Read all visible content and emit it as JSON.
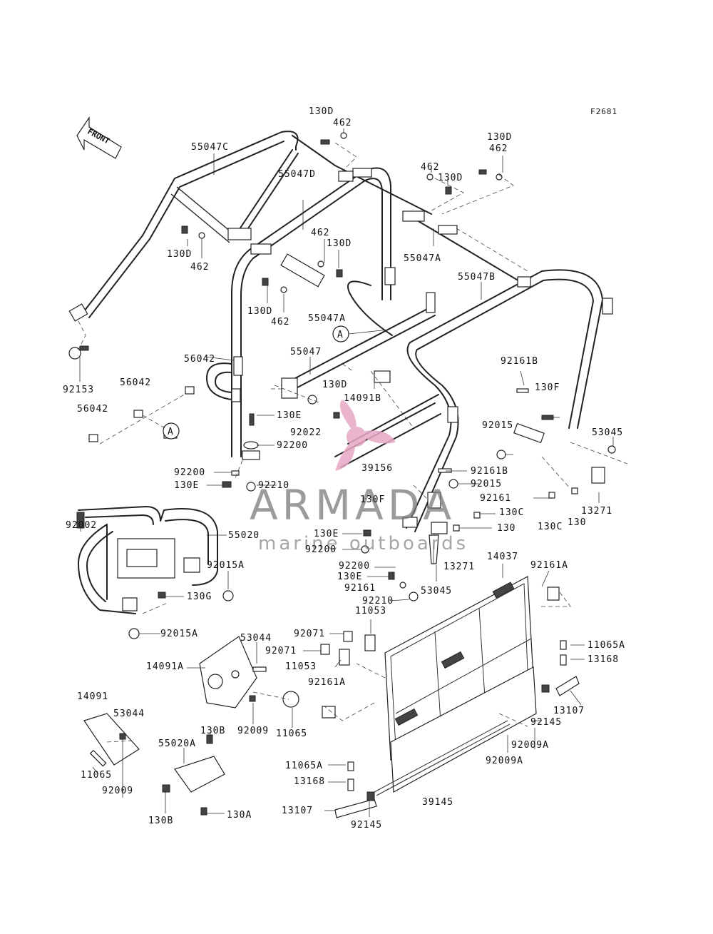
{
  "figure_code": "F2681",
  "front_label": "FRONT",
  "watermark": {
    "brand": "ARMADA",
    "tagline": "marine outboards",
    "accent": "#e8a7c5"
  },
  "callout_a": "A",
  "labels": [
    {
      "text": "130D"
    },
    {
      "text": "462"
    },
    {
      "text": "55047C"
    },
    {
      "text": "130D"
    },
    {
      "text": "462"
    },
    {
      "text": "462"
    },
    {
      "text": "130D"
    },
    {
      "text": "55047D"
    },
    {
      "text": "462"
    },
    {
      "text": "130D"
    },
    {
      "text": "55047A"
    },
    {
      "text": "130D"
    },
    {
      "text": "462"
    },
    {
      "text": "55047B"
    },
    {
      "text": "130D"
    },
    {
      "text": "462"
    },
    {
      "text": "55047A"
    },
    {
      "text": "92153"
    },
    {
      "text": "56042"
    },
    {
      "text": "55047"
    },
    {
      "text": "130D"
    },
    {
      "text": "14091B"
    },
    {
      "text": "92161B"
    },
    {
      "text": "130F"
    },
    {
      "text": "56042"
    },
    {
      "text": "56042"
    },
    {
      "text": "130E"
    },
    {
      "text": "92022"
    },
    {
      "text": "92015"
    },
    {
      "text": "53045"
    },
    {
      "text": "92200"
    },
    {
      "text": "39156"
    },
    {
      "text": "92161B"
    },
    {
      "text": "92200"
    },
    {
      "text": "92210"
    },
    {
      "text": "130E"
    },
    {
      "text": "92015"
    },
    {
      "text": "92161"
    },
    {
      "text": "13271"
    },
    {
      "text": "130F"
    },
    {
      "text": "130C"
    },
    {
      "text": "130"
    },
    {
      "text": "130C"
    },
    {
      "text": "130"
    },
    {
      "text": "92002"
    },
    {
      "text": "55020"
    },
    {
      "text": "130E"
    },
    {
      "text": "92200"
    },
    {
      "text": "92015A"
    },
    {
      "text": "14037"
    },
    {
      "text": "92161A"
    },
    {
      "text": "92200"
    },
    {
      "text": "13271"
    },
    {
      "text": "130G"
    },
    {
      "text": "130E"
    },
    {
      "text": "92161"
    },
    {
      "text": "53045"
    },
    {
      "text": "92210"
    },
    {
      "text": "92015A"
    },
    {
      "text": "11053"
    },
    {
      "text": "92071"
    },
    {
      "text": "53044"
    },
    {
      "text": "11065A"
    },
    {
      "text": "92071"
    },
    {
      "text": "13168"
    },
    {
      "text": "14091A"
    },
    {
      "text": "11053"
    },
    {
      "text": "92161A"
    },
    {
      "text": "13107"
    },
    {
      "text": "14091"
    },
    {
      "text": "53044"
    },
    {
      "text": "92009"
    },
    {
      "text": "11065"
    },
    {
      "text": "92145"
    },
    {
      "text": "130B"
    },
    {
      "text": "55020A"
    },
    {
      "text": "92009A"
    },
    {
      "text": "11065A"
    },
    {
      "text": "13168"
    },
    {
      "text": "11065"
    },
    {
      "text": "92009"
    },
    {
      "text": "130A"
    },
    {
      "text": "92009A"
    },
    {
      "text": "130B"
    },
    {
      "text": "39145"
    },
    {
      "text": "13107"
    },
    {
      "text": "92145"
    }
  ]
}
